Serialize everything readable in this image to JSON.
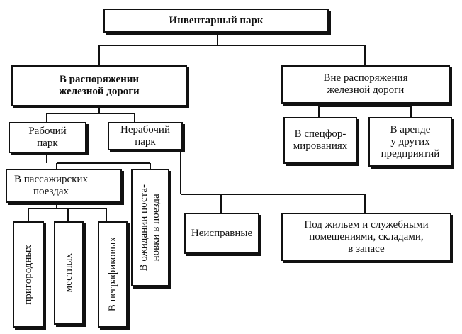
{
  "diagram": {
    "root": "Инвентарный парк",
    "railway": "В распоряжении\nжелезной дороги",
    "outside": "Вне распоряжения\nжелезной дороги",
    "working": "Рабочий\nпарк",
    "nonworking": "Нерабочий\nпарк",
    "spec": "В спецфор-\nмированиях",
    "rent": "В аренде\nу других\nпредприятий",
    "passenger": "В пассажирских\nпоездах",
    "awaiting": "В ожидании поста-\nновки в поезда",
    "suburban": "пригородных",
    "local": "местных",
    "nonschedule": "В неграфиковых",
    "faulty": "Неисправные",
    "housing": "Под жильем и служебными\nпомещениями, складами,\nв запасе"
  }
}
